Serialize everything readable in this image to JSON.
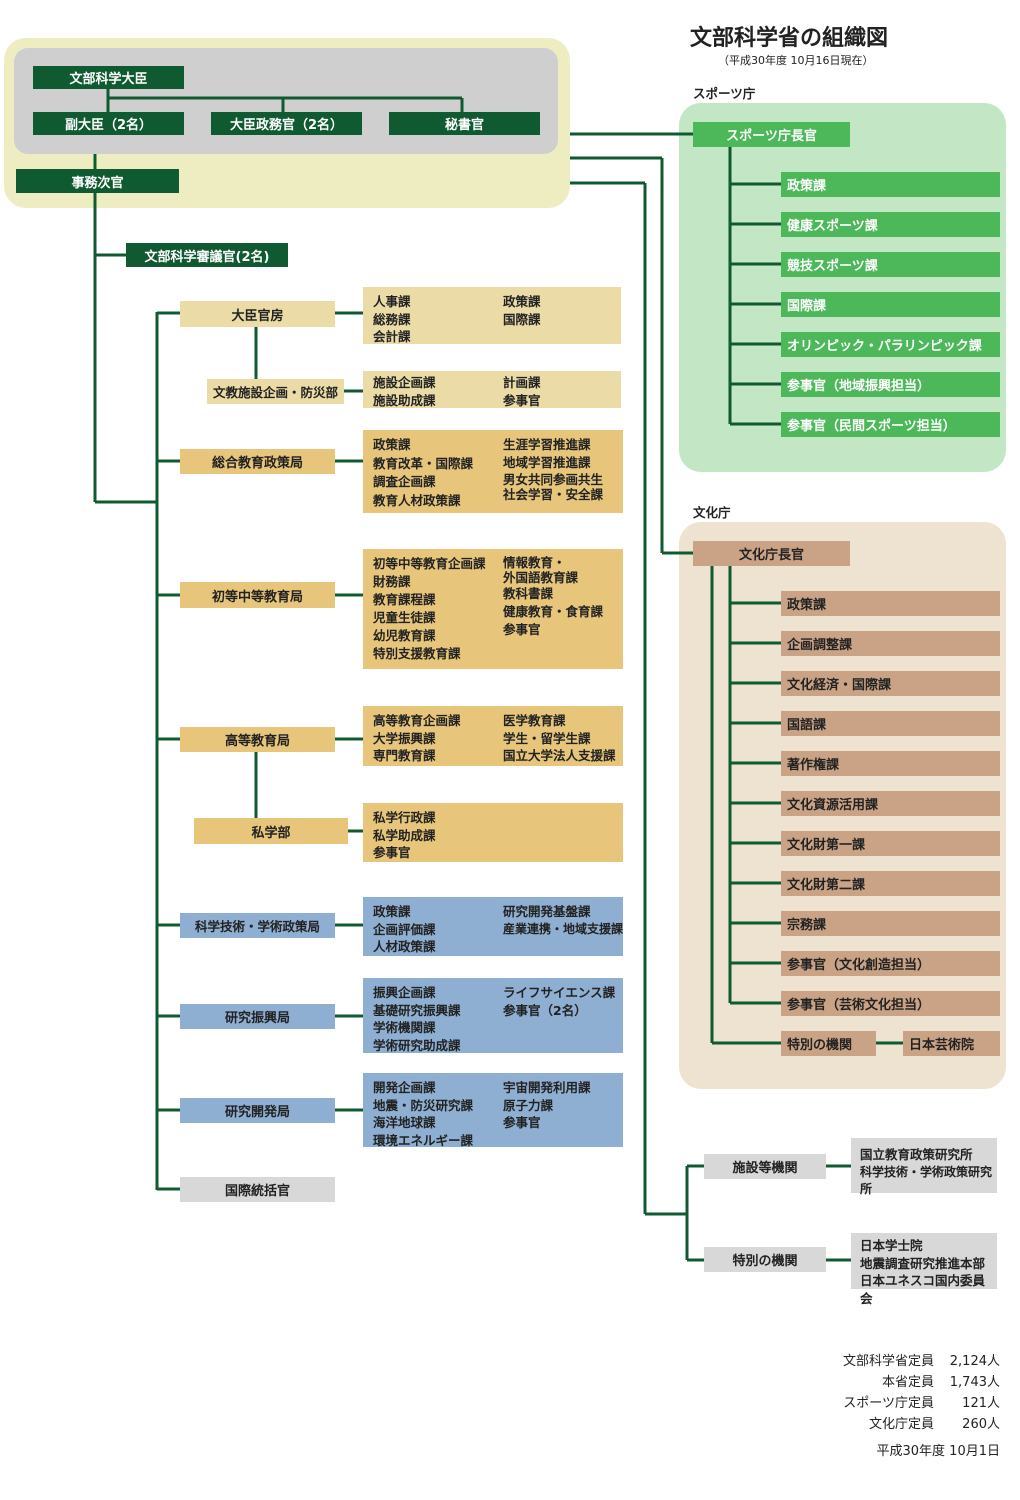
{
  "title": "文部科学省の組織図",
  "subtitle": "（平成30年度 10月16日現在）",
  "top": {
    "minister": "文部科学大臣",
    "vice_minister": "副大臣（2名）",
    "parl_vice": "大臣政務官（2名）",
    "secretary": "秘書官",
    "vice_admin": "事務次官",
    "councillor": "文部科学審議官(2名)"
  },
  "bureaus": {
    "minister_secretariat": {
      "name": "大臣官房",
      "col1": [
        "人事課",
        "総務課",
        "会計課"
      ],
      "col2": [
        "政策課",
        "国際課"
      ]
    },
    "facilities": {
      "name": "文教施設企画・防災部",
      "col1": [
        "施設企画課",
        "施設助成課"
      ],
      "col2": [
        "計画課",
        "参事官"
      ]
    },
    "lifelong": {
      "name": "総合教育政策局",
      "col1": [
        "政策課",
        "教育改革・国際課",
        "調査企画課",
        "教育人材政策課"
      ],
      "col2": [
        "生涯学習推進課",
        "地域学習推進課",
        "男女共同参画共生",
        "社会学習・安全課"
      ]
    },
    "elementary": {
      "name": "初等中等教育局",
      "col1": [
        "初等中等教育企画課",
        "財務課",
        "教育課程課",
        "児童生徒課",
        "幼児教育課",
        "特別支援教育課"
      ],
      "col2": [
        "情報教育・",
        "外国語教育課",
        "教科書課",
        "健康教育・食育課",
        "参事官"
      ]
    },
    "higher": {
      "name": "高等教育局",
      "col1": [
        "高等教育企画課",
        "大学振興課",
        "専門教育課"
      ],
      "col2": [
        "医学教育課",
        "学生・留学生課",
        "国立大学法人支援課"
      ]
    },
    "private": {
      "name": "私学部",
      "col1": [
        "私学行政課",
        "私学助成課",
        "参事官"
      ],
      "col2": []
    },
    "science_policy": {
      "name": "科学技術・学術政策局",
      "col1": [
        "政策課",
        "企画評価課",
        "人材政策課"
      ],
      "col2": [
        "研究開発基盤課",
        "産業連携・地域支援課"
      ]
    },
    "research_promo": {
      "name": "研究振興局",
      "col1": [
        "振興企画課",
        "基礎研究振興課",
        "学術機関課",
        "学術研究助成課"
      ],
      "col2": [
        "ライフサイエンス課",
        "参事官（2名）"
      ]
    },
    "rnd": {
      "name": "研究開発局",
      "col1": [
        "開発企画課",
        "地震・防災研究課",
        "海洋地球課",
        "環境エネルギー課"
      ],
      "col2": [
        "宇宙開発利用課",
        "原子力課",
        "参事官"
      ]
    },
    "intl": {
      "name": "国際統括官"
    }
  },
  "sports": {
    "label": "スポーツ庁",
    "head": "スポーツ庁長官",
    "divisions": [
      "政策課",
      "健康スポーツ課",
      "競技スポーツ課",
      "国際課",
      "オリンピック・パラリンピック課",
      "参事官（地域振興担当）",
      "参事官（民間スポーツ担当）"
    ]
  },
  "culture": {
    "label": "文化庁",
    "head": "文化庁長官",
    "divisions": [
      "政策課",
      "企画調整課",
      "文化経済・国際課",
      "国語課",
      "著作権課",
      "文化資源活用課",
      "文化財第一課",
      "文化財第二課",
      "宗務課",
      "参事官（文化創造担当）",
      "参事官（芸術文化担当）"
    ],
    "special_org": "特別の機関",
    "special_org_item": "日本芸術院"
  },
  "facilities_orgs": {
    "name": "施設等機関",
    "items": [
      "国立教育政策研究所",
      "科学技術・学術政策研究所"
    ]
  },
  "special_orgs": {
    "name": "特別の機関",
    "items": [
      "日本学士院",
      "地震調査研究推進本部",
      "日本ユネスコ国内委員会"
    ]
  },
  "staff": {
    "rows": [
      {
        "label": "文部科学省定員",
        "value": "2,124人"
      },
      {
        "label": "本省定員",
        "value": "1,743人"
      },
      {
        "label": "スポーツ庁定員",
        "value": "121人"
      },
      {
        "label": "文化庁定員",
        "value": "260人"
      }
    ],
    "date": "平成30年度 10月1日"
  }
}
